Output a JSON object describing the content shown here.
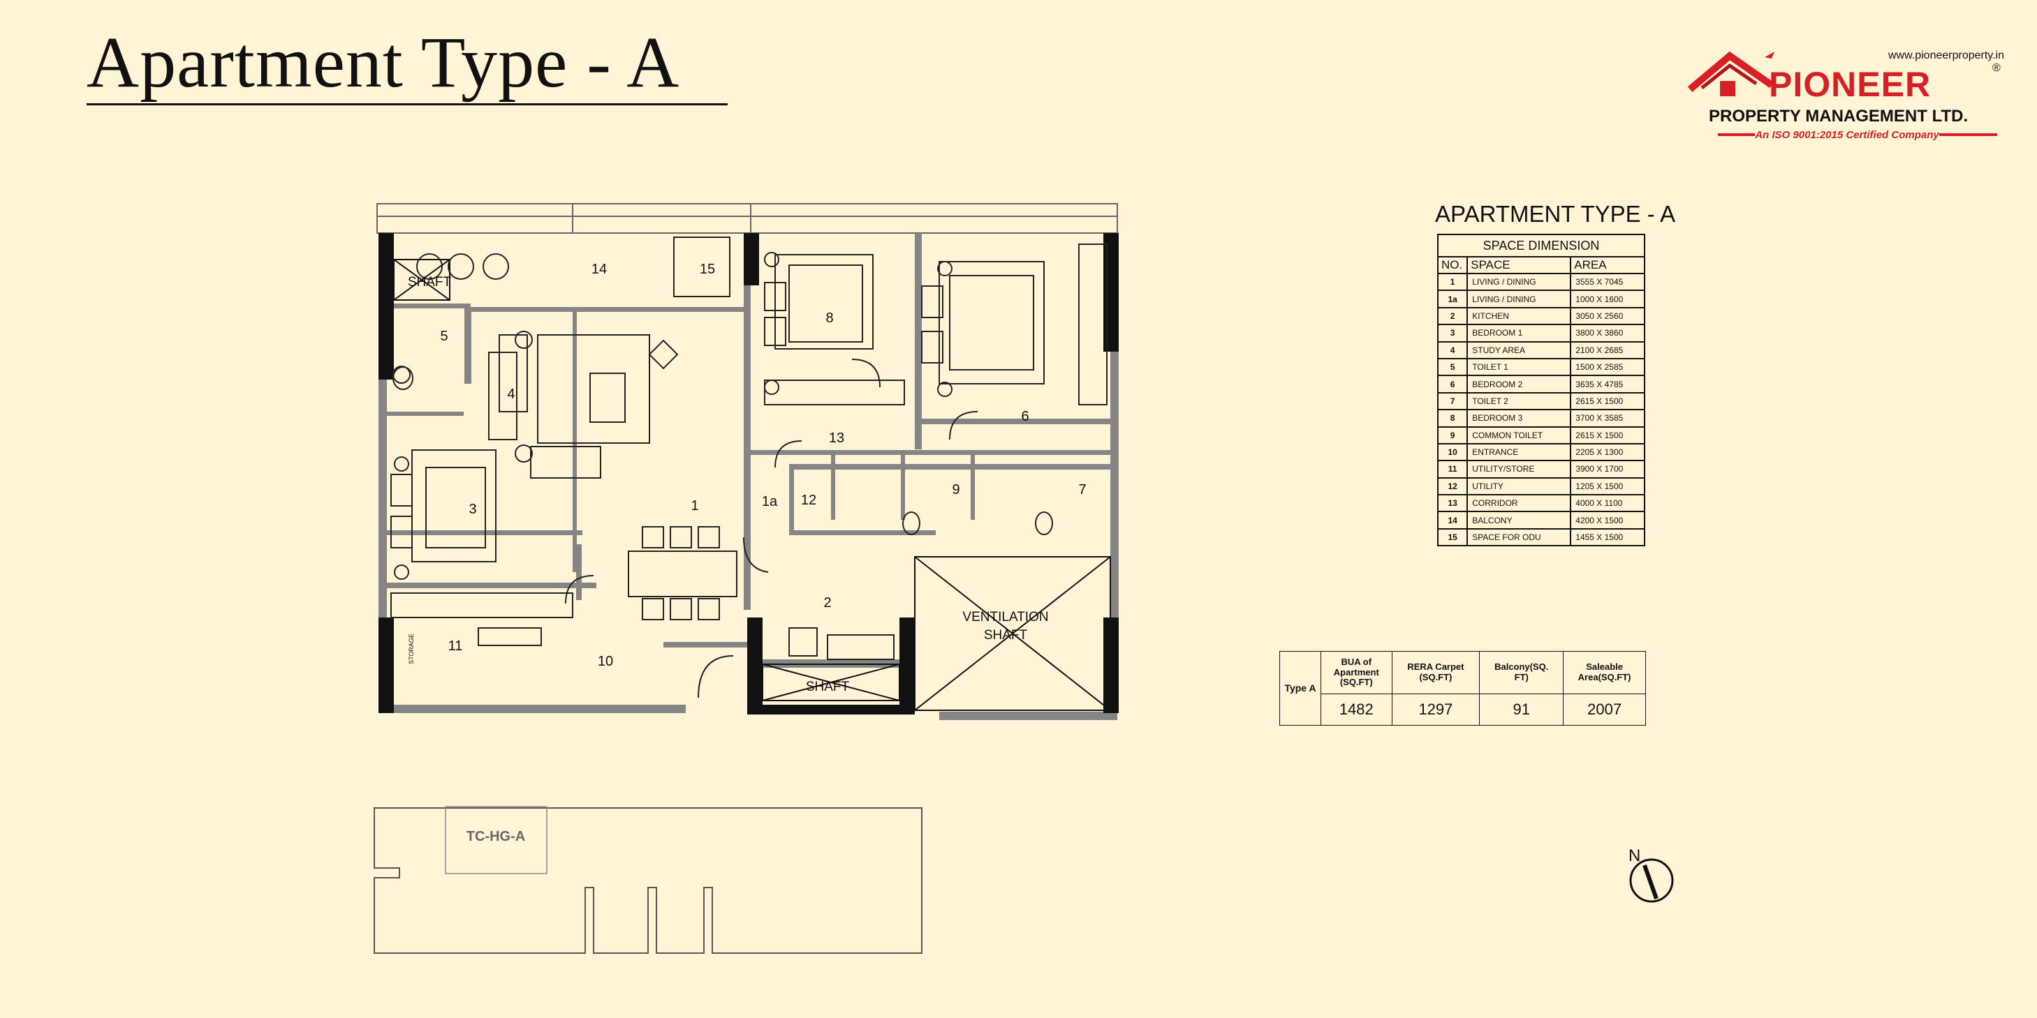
{
  "page": {
    "title": "Apartment Type - A"
  },
  "logo": {
    "url": "www.pioneerproperty.in",
    "brand": "PIONEER",
    "registered": "®",
    "company": "PROPERTY MANAGEMENT LTD.",
    "tagline": "An ISO 9001:2015 Certified Company",
    "colors": {
      "brand_red": "#d81f26",
      "dark": "#111111"
    }
  },
  "floor_plan": {
    "colors": {
      "wall": "#858585",
      "column": "#111111",
      "line": "#555555"
    },
    "room_labels": [
      "1",
      "1a",
      "2",
      "3",
      "4",
      "5",
      "6",
      "7",
      "8",
      "9",
      "10",
      "11",
      "12",
      "13",
      "14",
      "15"
    ],
    "shaft_label": "SHAFT",
    "ventilation_line1": "VENTILATION",
    "ventilation_line2": "SHAFT",
    "storage_label": "STORAGE"
  },
  "key_plan": {
    "unit_label": "TC-HG-A"
  },
  "compass": {
    "label": "N"
  },
  "space_dimension": {
    "heading": "APARTMENT TYPE - A",
    "caption": "SPACE DIMENSION",
    "columns": [
      "NO.",
      "SPACE",
      "AREA"
    ],
    "rows": [
      {
        "no": "1",
        "space": "LIVING / DINING",
        "area": "3555 X 7045"
      },
      {
        "no": "1a",
        "space": "LIVING / DINING",
        "area": "1000 X 1600"
      },
      {
        "no": "2",
        "space": "KITCHEN",
        "area": "3050 X 2560"
      },
      {
        "no": "3",
        "space": "BEDROOM 1",
        "area": "3800 X 3860"
      },
      {
        "no": "4",
        "space": "STUDY AREA",
        "area": "2100 X 2685"
      },
      {
        "no": "5",
        "space": "TOILET 1",
        "area": "1500 X 2585"
      },
      {
        "no": "6",
        "space": "BEDROOM 2",
        "area": "3635 X 4785"
      },
      {
        "no": "7",
        "space": "TOILET 2",
        "area": "2615 X 1500"
      },
      {
        "no": "8",
        "space": "BEDROOM 3",
        "area": "3700 X 3585"
      },
      {
        "no": "9",
        "space": "COMMON TOILET",
        "area": "2615 X 1500"
      },
      {
        "no": "10",
        "space": "ENTRANCE",
        "area": "2205 X 1300"
      },
      {
        "no": "11",
        "space": "UTILITY/STORE",
        "area": "3900 X 1700"
      },
      {
        "no": "12",
        "space": "UTILITY",
        "area": "1205 X 1500"
      },
      {
        "no": "13",
        "space": "CORRIDOR",
        "area": "4000 X 1100"
      },
      {
        "no": "14",
        "space": "BALCONY",
        "area": "4200 X 1500"
      },
      {
        "no": "15",
        "space": "SPACE FOR ODU",
        "area": "1455 X 1500"
      }
    ]
  },
  "area_summary": {
    "row_label": "Type A",
    "headers": [
      [
        "BUA of",
        "Apartment",
        "(SQ.FT)"
      ],
      [
        "RERA Carpet",
        "(SQ.FT)"
      ],
      [
        "Balcony(SQ.",
        "FT)"
      ],
      [
        "Saleable",
        "Area(SQ.FT)"
      ]
    ],
    "values": [
      "1482",
      "1297",
      "91",
      "2007"
    ]
  }
}
